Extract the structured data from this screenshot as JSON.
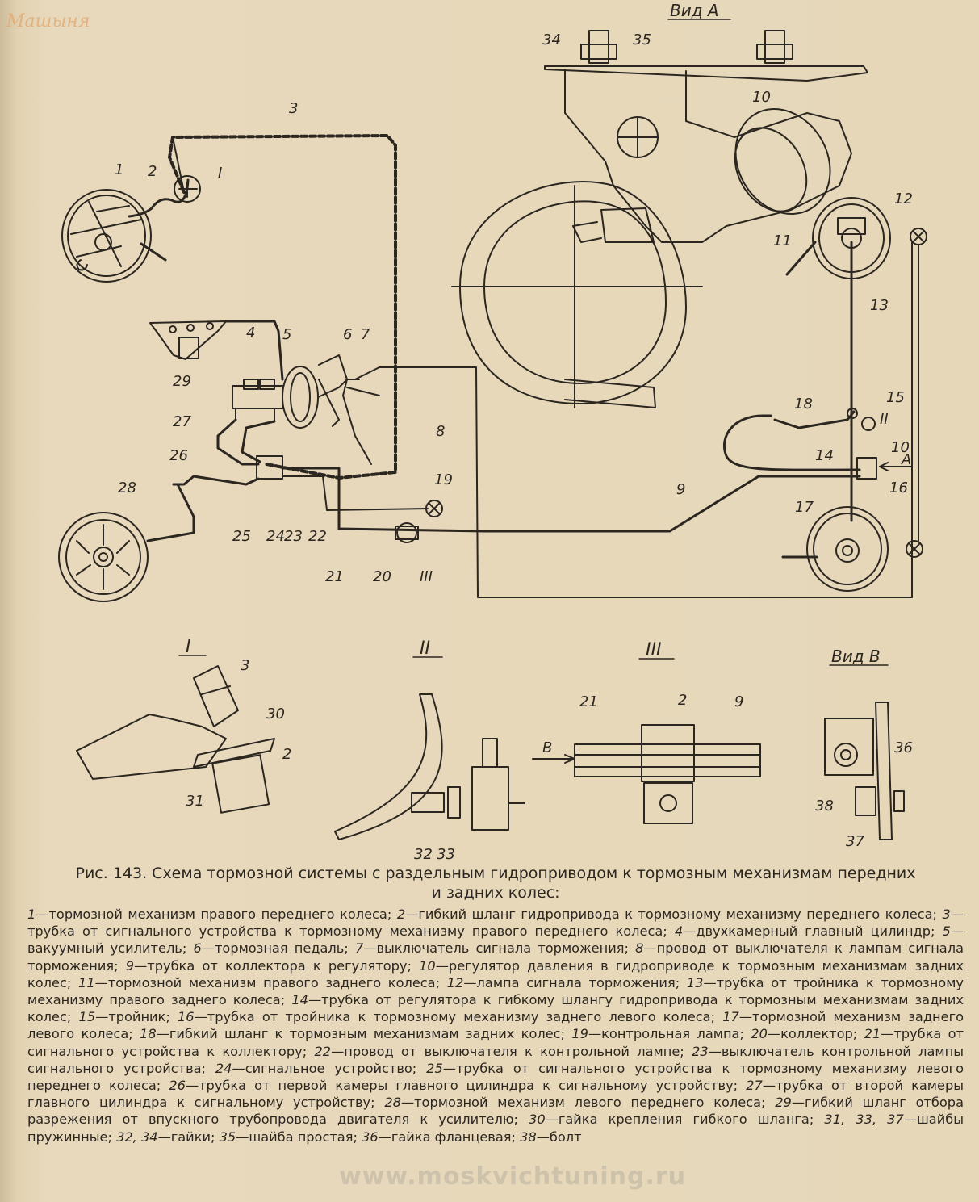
{
  "watermark_top": "Машыня",
  "watermark_bottom": "www.moskvichtuning.ru",
  "view_labels": {
    "view_a": "Вид А",
    "view_b": "Вид В",
    "detail_1": "I",
    "detail_2": "II",
    "detail_3": "III",
    "arrow_a": "A",
    "arrow_b": "B"
  },
  "callouts": [
    "1",
    "2",
    "3",
    "4",
    "5",
    "6",
    "7",
    "8",
    "9",
    "10",
    "11",
    "12",
    "13",
    "14",
    "15",
    "16",
    "17",
    "18",
    "19",
    "20",
    "21",
    "22",
    "23",
    "24",
    "25",
    "26",
    "27",
    "28",
    "29",
    "30",
    "31",
    "32",
    "33",
    "34",
    "35",
    "36",
    "37",
    "38"
  ],
  "callout_extra": {
    "det_1_3": "3",
    "det_1_30": "30",
    "det_1_2": "2",
    "det_1_31": "31",
    "det_3_21": "21",
    "det_3_2": "2",
    "det_3_9": "9",
    "det_2_32": "32",
    "det_2_33": "33",
    "det_b_36": "36",
    "det_b_38": "38",
    "det_b_37": "37",
    "roman_1": "I",
    "roman_2": "II",
    "roman_3": "III",
    "ten_a": "10",
    "va_34": "34",
    "va_35": "35",
    "va_10": "10"
  },
  "caption": {
    "line1": "Рис. 143. Схема тормозной системы с раздельным гидроприводом к тормозным механизмам передних",
    "line2": "и задних колес:"
  },
  "legend": [
    {
      "n": "1",
      "t": "тормозной механизм правого переднего колеса;"
    },
    {
      "n": "2",
      "t": "гибкий шланг гидропривода к тормозному механизму переднего колеса;"
    },
    {
      "n": "3",
      "t": "трубка от сигнального устройства к тормозному механизму правого переднего колеса;"
    },
    {
      "n": "4",
      "t": "двухкамерный главный цилиндр;"
    },
    {
      "n": "5",
      "t": "вакуумный усилитель;"
    },
    {
      "n": "6",
      "t": "тормозная педаль;"
    },
    {
      "n": "7",
      "t": "выключатель сигнала торможения;"
    },
    {
      "n": "8",
      "t": "провод от выключателя к лампам сигнала торможения;"
    },
    {
      "n": "9",
      "t": "трубка от коллектора к регулятору;"
    },
    {
      "n": "10",
      "t": "регулятор давления в гидроприводе к тормозным механизмам задних колес;"
    },
    {
      "n": "11",
      "t": "тормозной механизм правого заднего колеса;"
    },
    {
      "n": "12",
      "t": "лампа сигнала торможения;"
    },
    {
      "n": "13",
      "t": "трубка от тройника к тормозному механизму правого заднего колеса;"
    },
    {
      "n": "14",
      "t": "трубка от регулятора к гибкому шлангу гидропривода к тормозным механизмам задних колес;"
    },
    {
      "n": "15",
      "t": "тройник;"
    },
    {
      "n": "16",
      "t": "трубка от тройника к тормозному механизму заднего левого колеса;"
    },
    {
      "n": "17",
      "t": "тормозной механизм заднего левого колеса;"
    },
    {
      "n": "18",
      "t": "гибкий шланг к тормозным механизмам задних колес;"
    },
    {
      "n": "19",
      "t": "контрольная лампа;"
    },
    {
      "n": "20",
      "t": "коллектор;"
    },
    {
      "n": "21",
      "t": "трубка от сигнального устройства к коллектору;"
    },
    {
      "n": "22",
      "t": "провод от выключателя к контрольной лампе;"
    },
    {
      "n": "23",
      "t": "выключатель контрольной лампы сигнального устройства;"
    },
    {
      "n": "24",
      "t": "сигнальное устройство;"
    },
    {
      "n": "25",
      "t": "трубка от сигнального устройства к тормозному механизму левого переднего колеса;"
    },
    {
      "n": "26",
      "t": "трубка от первой камеры главного цилиндра к сигнальному устройству;"
    },
    {
      "n": "27",
      "t": "трубка от второй камеры главного цилиндра к сигнальному устройству;"
    },
    {
      "n": "28",
      "t": "тормозной механизм левого переднего колеса;"
    },
    {
      "n": "29",
      "t": "гибкий шланг отбора разрежения от впускного трубопровода двигателя к усилителю;"
    },
    {
      "n": "30",
      "t": "гайка крепления гибкого шланга;"
    },
    {
      "n": "31, 33, 37",
      "t": "шайбы пружинные;"
    },
    {
      "n": "32, 34",
      "t": "гайки;"
    },
    {
      "n": "35",
      "t": "шайба простая;"
    },
    {
      "n": "36",
      "t": "гайка фланцевая;"
    },
    {
      "n": "38",
      "t": "болт"
    }
  ]
}
